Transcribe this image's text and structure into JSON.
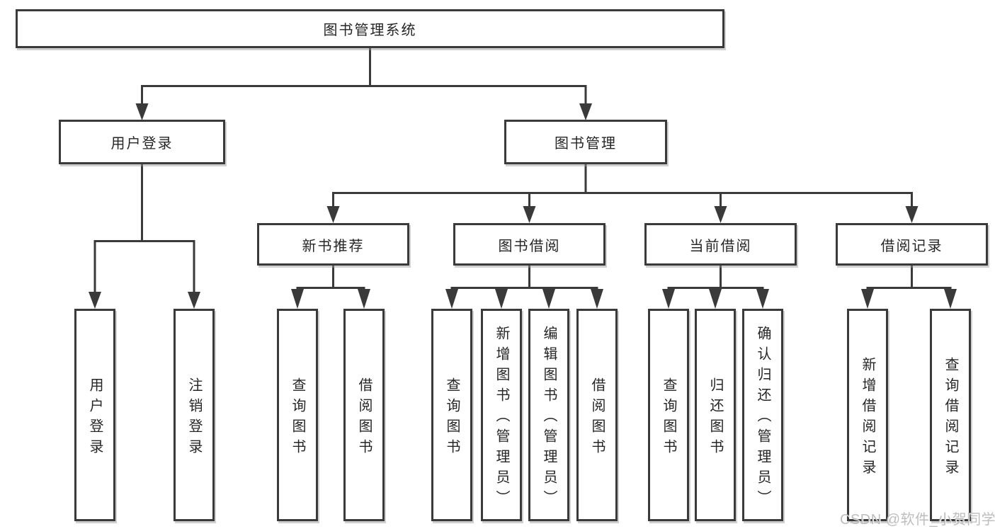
{
  "tree": {
    "root": "图书管理系统",
    "branches": [
      {
        "label": "用户登录",
        "children": [
          "用户登录",
          "注销登录"
        ]
      },
      {
        "label": "图书管理",
        "sections": [
          {
            "label": "新书推荐",
            "children": [
              "查询图书",
              "借阅图书"
            ]
          },
          {
            "label": "图书借阅",
            "children": [
              "查询图书",
              "新增图书（管理员）",
              "编辑图书（管理员）",
              "借阅图书"
            ]
          },
          {
            "label": "当前借阅",
            "children": [
              "查询图书",
              "归还图书",
              "确认归还（管理员）"
            ]
          },
          {
            "label": "借阅记录",
            "children": [
              "新增借阅记录",
              "查询借阅记录"
            ]
          }
        ]
      }
    ]
  },
  "watermark": "CSDN @软件_小贺同学",
  "colors": {
    "line": "#3a3a3a",
    "box_border": "#3a3a3a",
    "text": "#262626",
    "background": "#ffffff",
    "watermark": "#b9b9b9"
  }
}
